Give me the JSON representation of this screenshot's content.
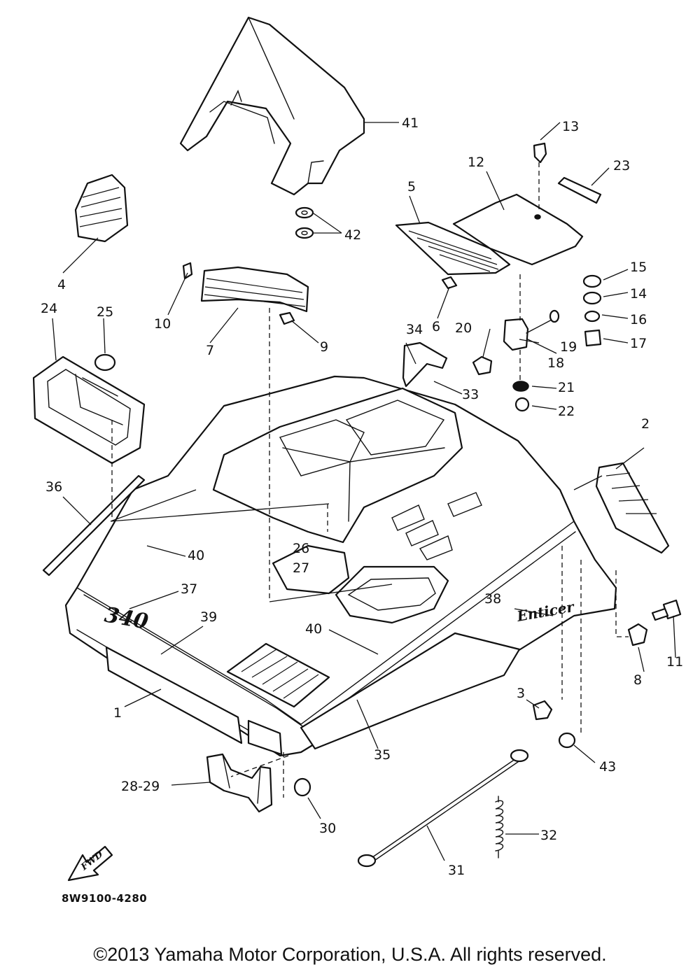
{
  "diagram": {
    "callouts": {
      "c1": "1",
      "c2": "2",
      "c3": "3",
      "c4": "4",
      "c5": "5",
      "c6": "6",
      "c7": "7",
      "c8": "8",
      "c9": "9",
      "c10": "10",
      "c11": "11",
      "c12": "12",
      "c13": "13",
      "c14": "14",
      "c15": "15",
      "c16": "16",
      "c17": "17",
      "c18": "18",
      "c19": "19",
      "c20": "20",
      "c21": "21",
      "c22": "22",
      "c23": "23",
      "c24": "24",
      "c25": "25",
      "c26": "26",
      "c27": "27",
      "c28_29": "28-29",
      "c30": "30",
      "c31": "31",
      "c32": "32",
      "c33": "33",
      "c34": "34",
      "c35": "35",
      "c36": "36",
      "c37": "37",
      "c38": "38",
      "c39": "39",
      "c40a": "40",
      "c40b": "40",
      "c41": "41",
      "c42": "42",
      "c43": "43"
    },
    "decals": {
      "model_number": "340",
      "model_name": "Enticer"
    },
    "arrow_label": "FWD",
    "drawing_code": "8W9100-4280"
  },
  "footer": {
    "copyright": "©2013 Yamaha Motor Corporation, U.S.A. All rights reserved."
  }
}
